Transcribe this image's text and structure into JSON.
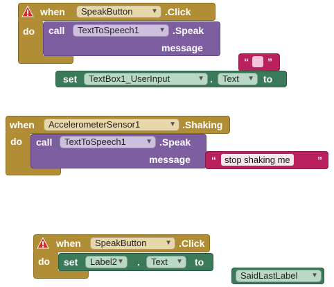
{
  "blocks": {
    "block1": {
      "warning_icon": "warning-icon",
      "when": "when",
      "component": "SpeakButton",
      "event": ".Click",
      "do": "do",
      "call": "call",
      "call_component": "TextToSpeech1",
      "method": ".Speak",
      "param": "message",
      "text_open": "“",
      "text_close": "”"
    },
    "set1": {
      "set": "set",
      "component": "TextBox1_UserInput",
      "dot": ".",
      "property": "Text",
      "to": "to"
    },
    "block2": {
      "when": "when",
      "component": "AccelerometerSensor1",
      "event": ".Shaking",
      "do": "do",
      "call": "call",
      "call_component": "TextToSpeech1",
      "method": ".Speak",
      "param": "message",
      "text_open": "“",
      "text_value": "stop shaking me",
      "text_close": "”"
    },
    "block3": {
      "warning_icon": "warning-icon",
      "when": "when",
      "component": "SpeakButton",
      "event": ".Click",
      "do": "do",
      "set": "set",
      "set_component": "Label2",
      "dot": ".",
      "property": "Text",
      "to": "to"
    },
    "said_last": {
      "component": "SaidLastLabel"
    }
  },
  "colors": {
    "event": "#b18e35",
    "procedure": "#7d5ea1",
    "setter": "#3b7a58",
    "text": "#b8205e",
    "warning": "#d8262a"
  }
}
